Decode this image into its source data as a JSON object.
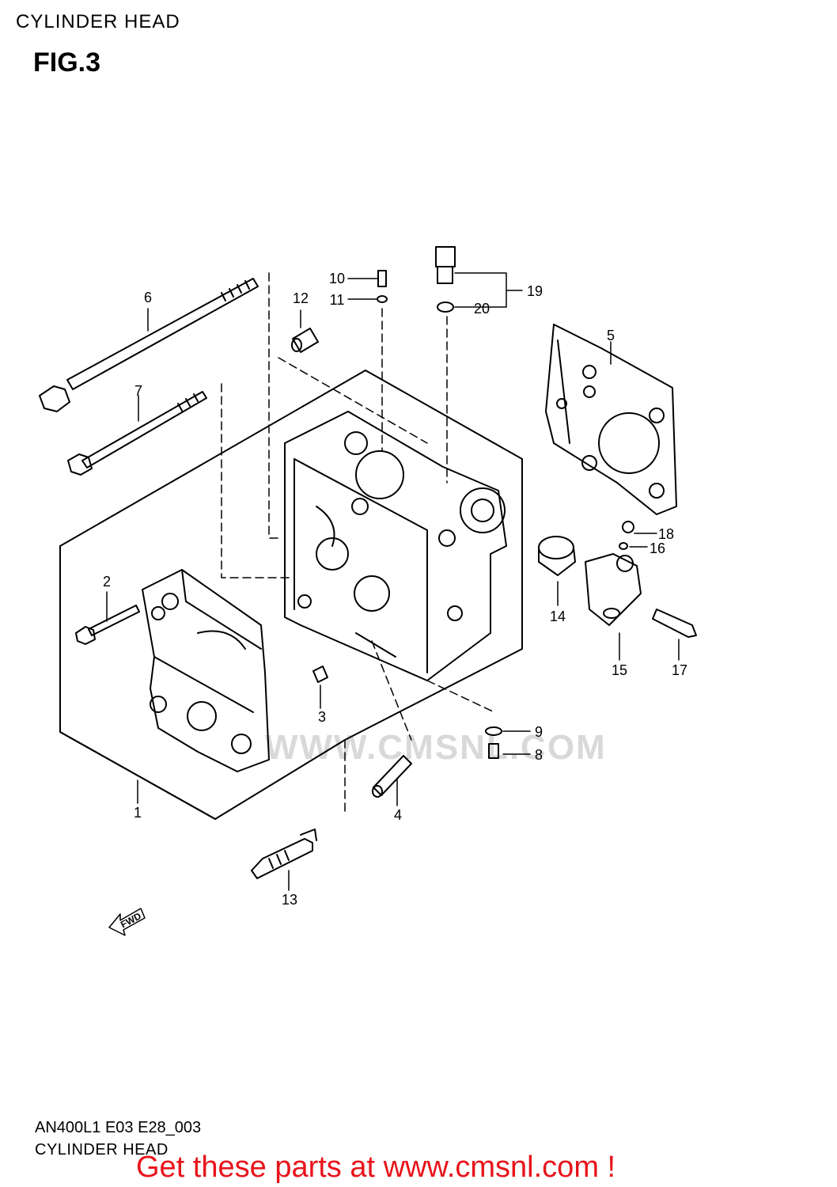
{
  "header": {
    "section_title": "CYLINDER HEAD",
    "figure": "FIG.3"
  },
  "diagram": {
    "fwd_label": "FWD",
    "watermark": "WWW.CMSNL.COM",
    "callouts": {
      "c1": "1",
      "c2": "2",
      "c3": "3",
      "c4": "4",
      "c5": "5",
      "c6": "6",
      "c7": "7",
      "c8": "8",
      "c9": "9",
      "c10": "10",
      "c11": "11",
      "c12": "12",
      "c13": "13",
      "c14": "14",
      "c15": "15",
      "c16": "16",
      "c17": "17",
      "c18": "18",
      "c19": "19",
      "c20": "20"
    }
  },
  "footer": {
    "model_code": "AN400L1 E03 E28_003",
    "title": "CYLINDER HEAD",
    "promo": "Get these parts at www.cmsnl.com !",
    "promo_color": "#e8141b"
  }
}
